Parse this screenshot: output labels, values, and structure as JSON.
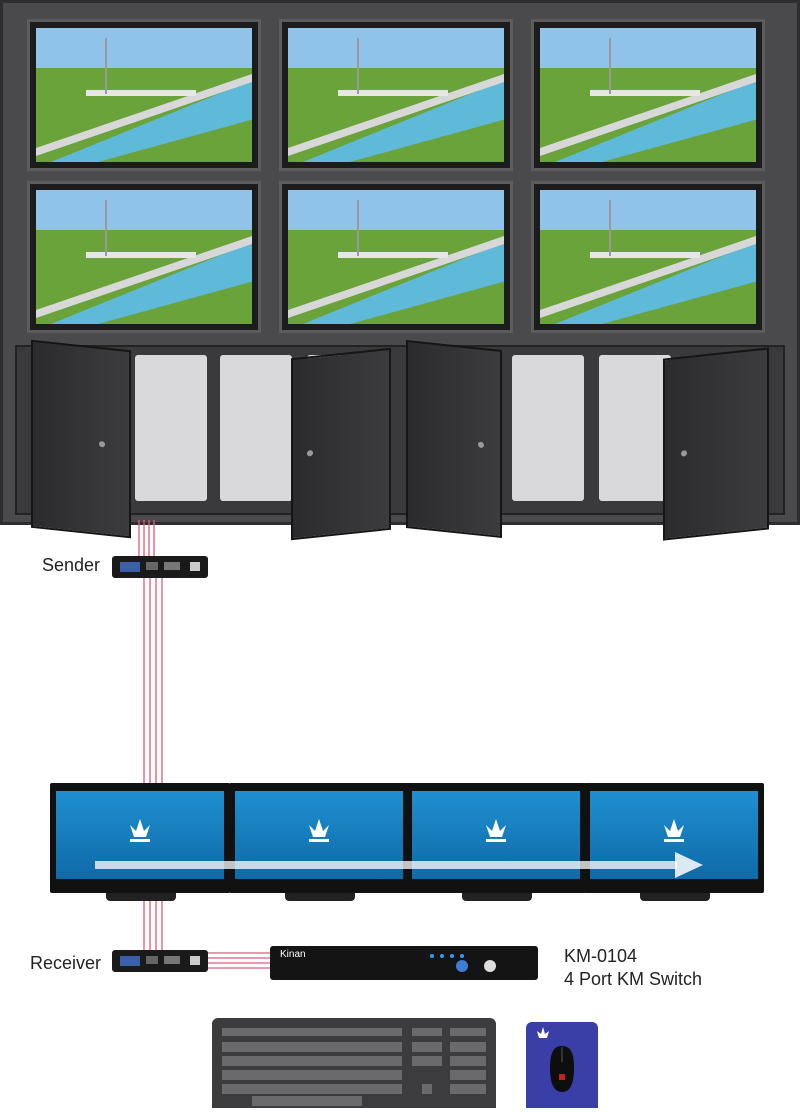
{
  "labels": {
    "sender": "Sender",
    "receiver": "Receiver",
    "model": "KM-0104",
    "model_desc": "4 Port KM Switch",
    "switch_brand": "Kinan"
  },
  "colors": {
    "cabinet": "#4a4a4c",
    "cable": "#e05a7a",
    "monitor_screen": "#1a86c8",
    "mousepad": "#3a3fa8"
  },
  "icons": [
    "kinan-logo-icon",
    "arrow-right-icon",
    "keyboard-icon",
    "mouse-icon"
  ]
}
